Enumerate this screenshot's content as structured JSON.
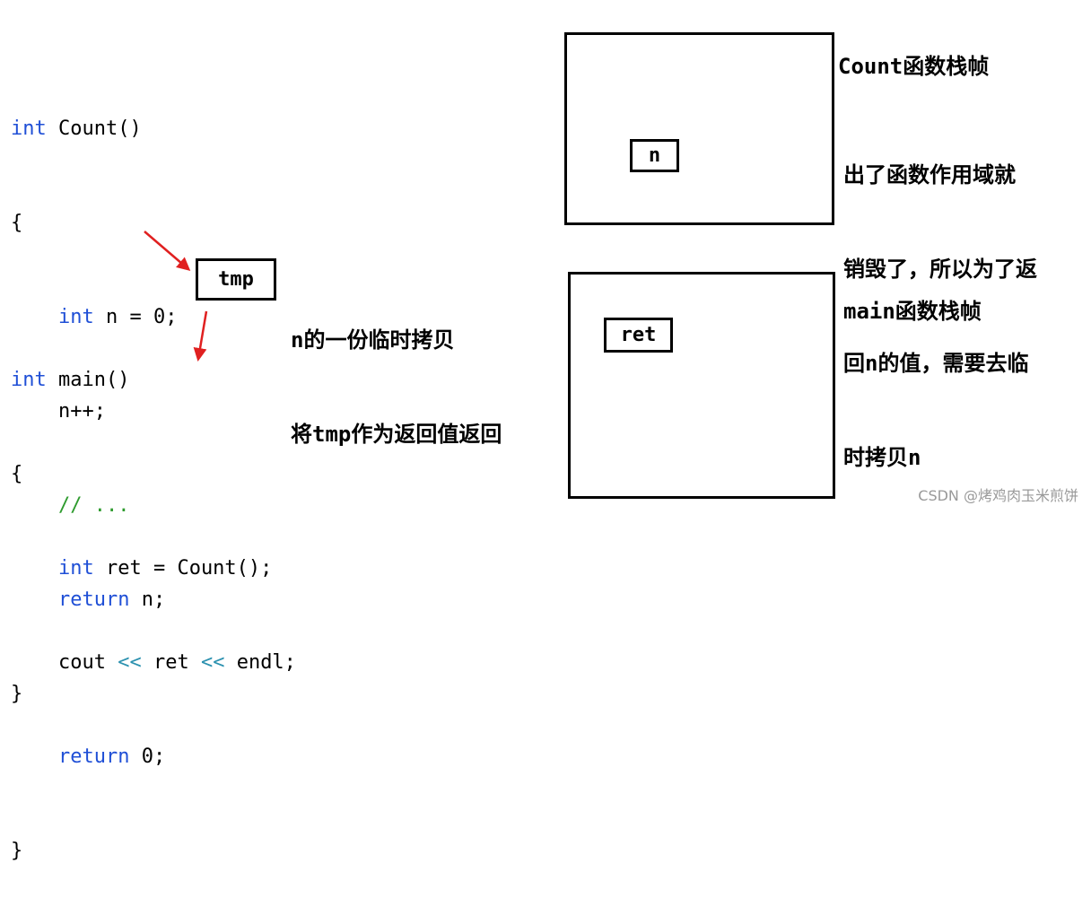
{
  "count_func": {
    "sig_kw": "int",
    "sig_name": " Count()",
    "open": "{",
    "l1_kw": "int",
    "l1_rest": " n = 0;",
    "l2": "n++;",
    "l3": "// ...",
    "l4_kw": "return",
    "l4_rest": " n;",
    "close": "}"
  },
  "main_func": {
    "sig_kw": "int",
    "sig_name": " main()",
    "open": "{",
    "l1_kw": "int",
    "l1_rest": " ret = Count();",
    "l2_a": "cout ",
    "l2_op1": "<<",
    "l2_b": " ret ",
    "l2_op2": "<<",
    "l2_c": " endl;",
    "l3_kw": "return",
    "l3_rest": " 0;",
    "close": "}"
  },
  "tmp_box": {
    "label": "tmp"
  },
  "tmp_note": {
    "line1": "n的一份临时拷贝",
    "line2": "将tmp作为返回值返回"
  },
  "count_frame": {
    "title": "Count函数栈帧",
    "var": "n",
    "note_lines": [
      "出了函数作用域就",
      "销毁了，所以为了返",
      "回n的值，需要去临",
      "时拷贝n"
    ]
  },
  "main_frame": {
    "title": "main函数栈帧",
    "var": "ret"
  },
  "watermark": "CSDN @烤鸡肉玉米煎饼",
  "colors": {
    "keyword": "#1f4fd6",
    "comment": "#2e9b2e",
    "operator": "#2b91af",
    "arrow": "#e02020"
  }
}
